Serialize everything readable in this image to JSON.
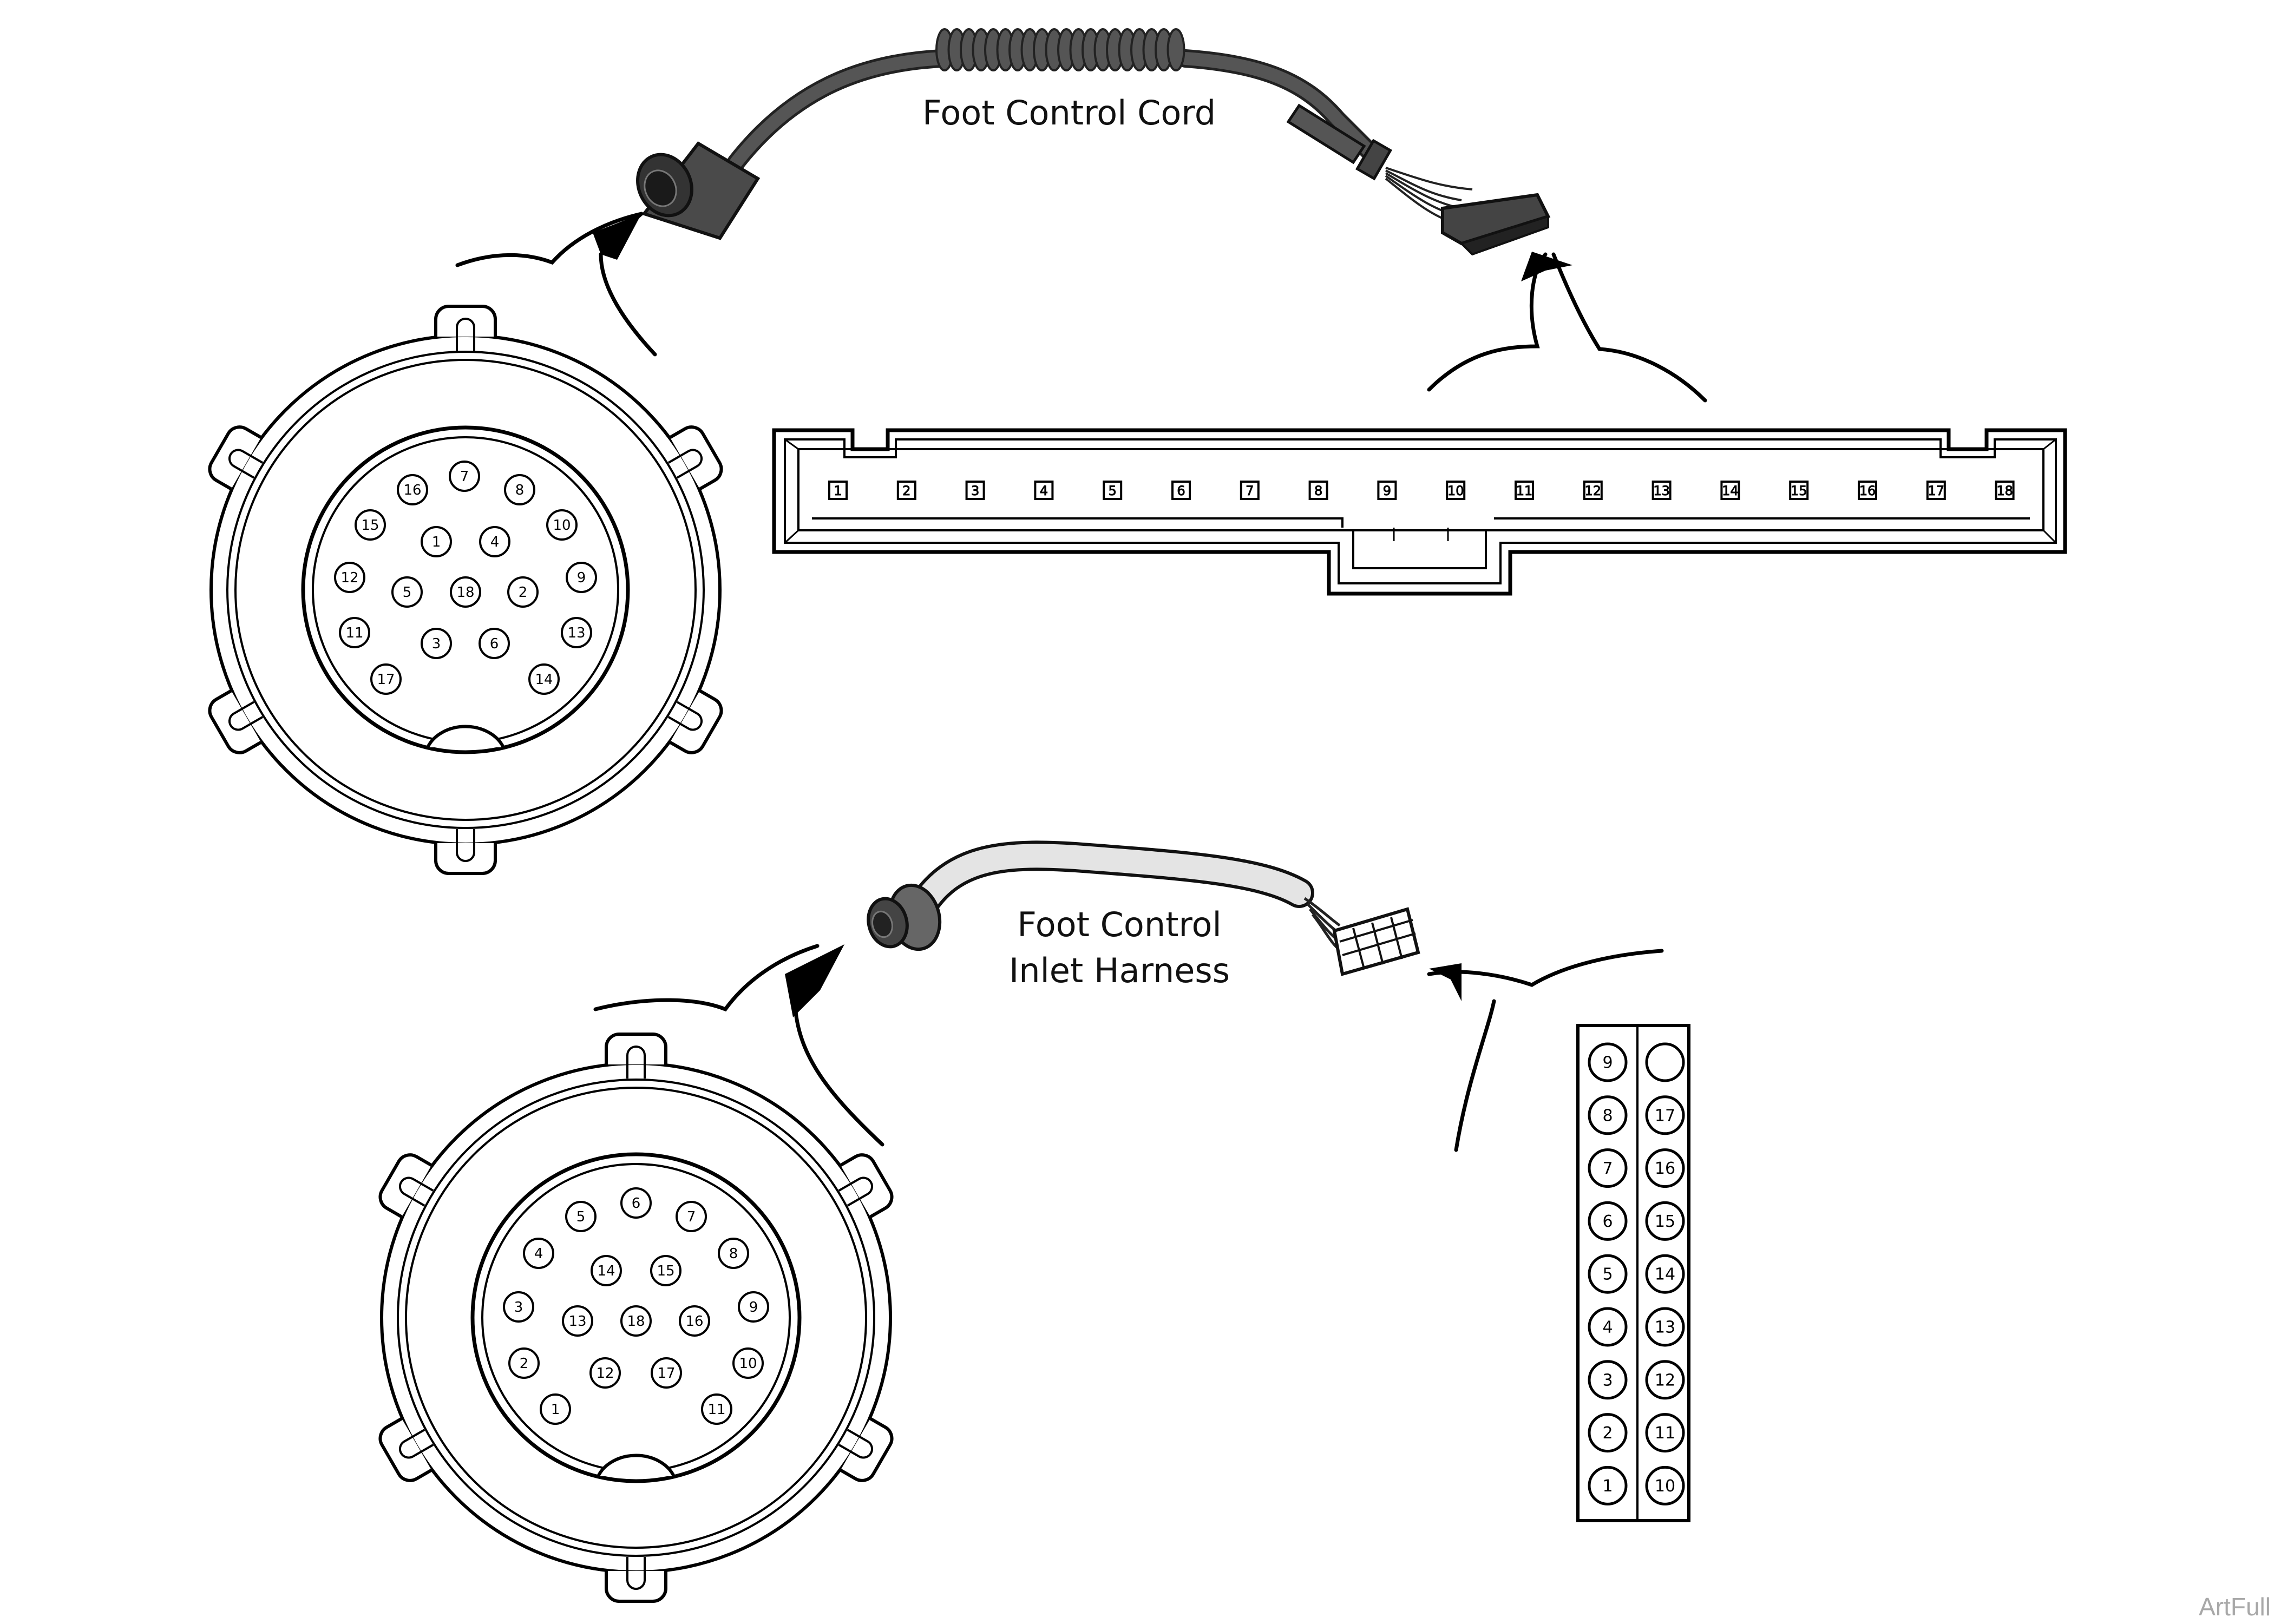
{
  "labels": {
    "cord": "Foot Control Cord",
    "harness_line1": "Foot Control",
    "harness_line2": "Inlet Harness",
    "watermark": "ArtFull"
  },
  "cord_round_connector": {
    "pins": [
      "16",
      "7",
      "8",
      "15",
      "10",
      "1",
      "4",
      "12",
      "5",
      "18",
      "2",
      "9",
      "11",
      "3",
      "6",
      "13",
      "17",
      "14"
    ]
  },
  "cord_strip_connector": {
    "pins": [
      "1",
      "2",
      "3",
      "4",
      "5",
      "6",
      "7",
      "8",
      "9",
      "10",
      "11",
      "12",
      "13",
      "14",
      "15",
      "16",
      "17",
      "18"
    ]
  },
  "harness_round_connector": {
    "pins": [
      "6",
      "5",
      "7",
      "4",
      "8",
      "14",
      "15",
      "3",
      "9",
      "13",
      "18",
      "16",
      "2",
      "10",
      "12",
      "17",
      "1",
      "11"
    ]
  },
  "harness_block_connector": {
    "left_column": [
      "9",
      "8",
      "7",
      "6",
      "5",
      "4",
      "3",
      "2",
      "1"
    ],
    "right_column": [
      "",
      "17",
      "16",
      "15",
      "14",
      "13",
      "12",
      "11",
      "10"
    ]
  }
}
